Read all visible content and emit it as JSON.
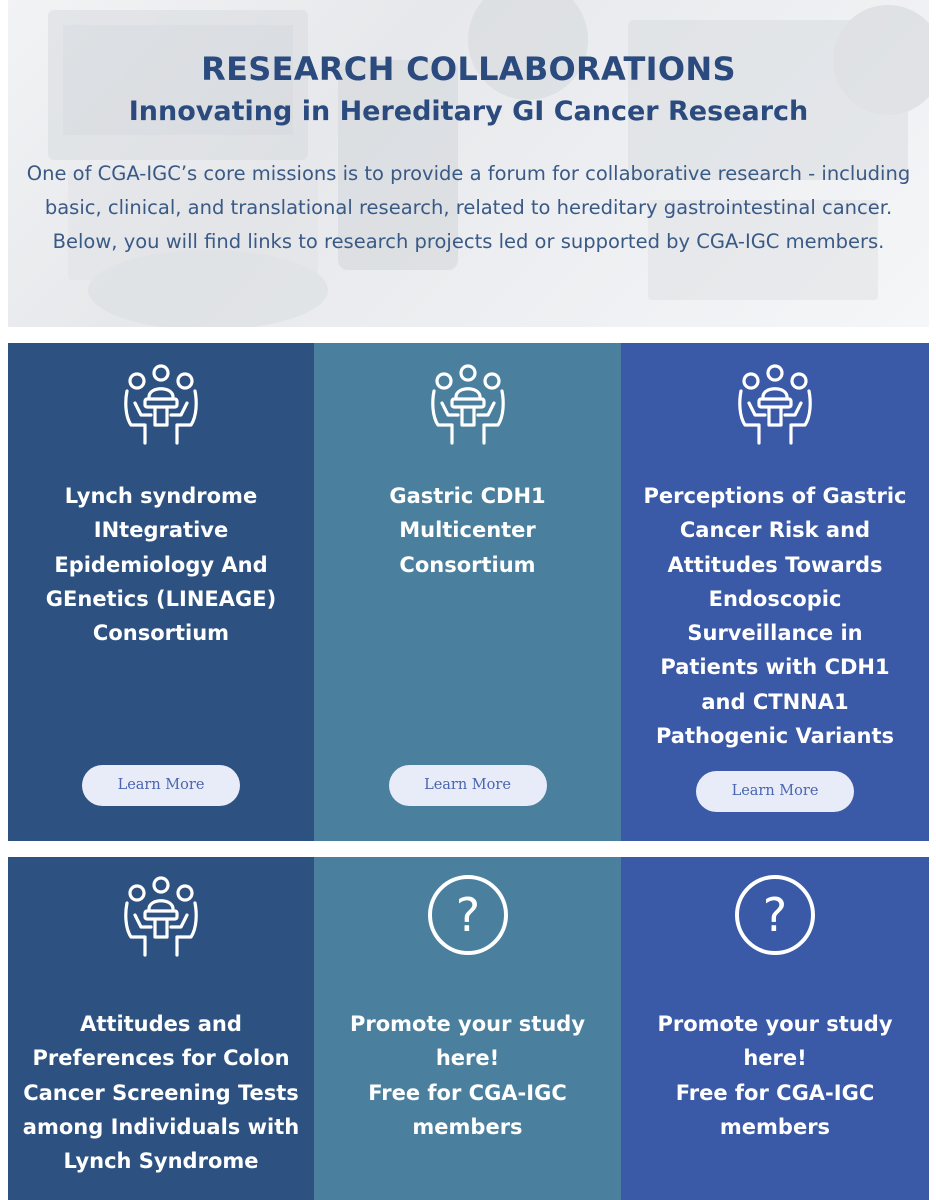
{
  "header": {
    "title": "RESEARCH COLLABORATIONS",
    "subtitle": "Innovating in Hereditary GI Cancer Research",
    "description": "One of CGA-IGC’s core missions is to provide a forum for collaborative research - including basic, clinical, and translational research, related to hereditary gastrointestinal cancer. Below, you will find links to research projects led or supported by CGA-IGC members."
  },
  "colors": {
    "title": "#2b4a7e",
    "card_dark_blue": "#2d5281",
    "card_teal": "#4a7f9e",
    "card_royal_blue": "#3a59a6",
    "button_bg": "#e8ebf8",
    "button_text": "#4a66b0"
  },
  "cards": [
    {
      "icon": "meeting-people-icon",
      "title": "Lynch syndrome INtegrative Epidemiology And GEnetics (LINEAGE) Consortium",
      "button": "Learn More"
    },
    {
      "icon": "meeting-people-icon",
      "title": "Gastric CDH1 Multicenter Consortium",
      "button": "Learn More"
    },
    {
      "icon": "meeting-people-icon",
      "title": "Perceptions of Gastric Cancer Risk and Attitudes Towards Endoscopic Surveillance in Patients with CDH1 and CTNNA1 Pathogenic Variants",
      "button": "Learn More"
    },
    {
      "icon": "meeting-people-icon",
      "title": "Attitudes and Preferences for Colon Cancer Screening Tests among Individuals with Lynch Syndrome"
    },
    {
      "icon": "question-circle-icon",
      "title": "Promote your study here!\nFree for CGA-IGC members"
    },
    {
      "icon": "question-circle-icon",
      "title": "Promote your study here!\nFree for CGA-IGC members"
    }
  ]
}
